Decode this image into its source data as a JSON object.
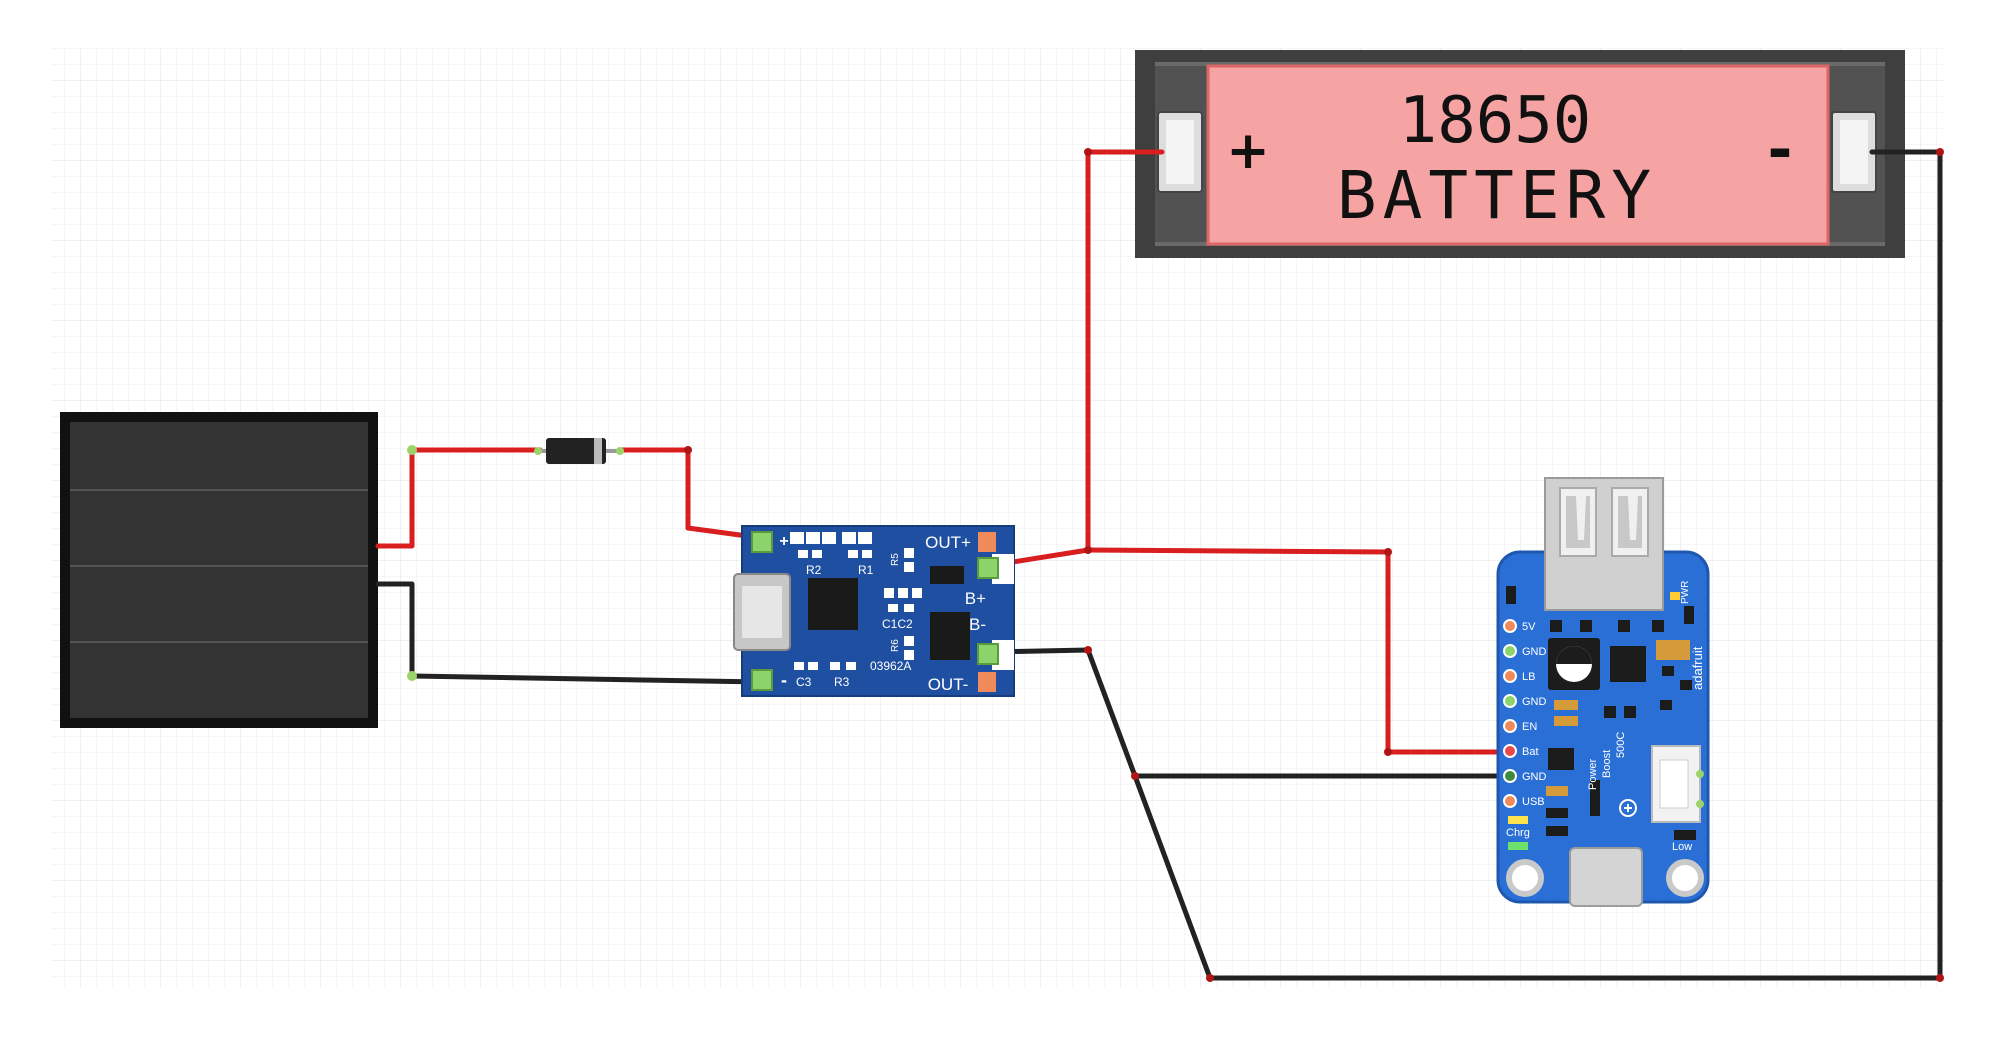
{
  "battery": {
    "model": "18650",
    "label": "BATTERY",
    "plus": "+",
    "minus": "-",
    "body_color": "#f5a3a3",
    "case_color": "#3f3f3f"
  },
  "charger": {
    "board_color": "#1f4fa0",
    "labels": {
      "in_plus": "+",
      "in_minus": "-",
      "out_plus": "OUT+",
      "out_minus": "OUT-",
      "b_plus": "B+",
      "b_minus": "B-",
      "r1": "R1",
      "r2": "R2",
      "r3": "R3",
      "r5": "R5",
      "r6": "R6",
      "c1c2": "C1C2",
      "c3": "C3",
      "code": "03962A"
    }
  },
  "booster": {
    "board_color": "#2a6fd6",
    "brand": "adafruit",
    "product_line1": "Power",
    "product_line2": "Boost",
    "product_line3": "500C",
    "pins": [
      "5V",
      "GND",
      "LB",
      "GND",
      "EN",
      "Bat",
      "GND",
      "USB",
      "Chrg"
    ],
    "pwr": "PWR",
    "low": "Low"
  },
  "wire_colors": {
    "positive": "#d81e1e",
    "negative": "#222222"
  },
  "parts": {
    "solar_panel": "solar-panel",
    "diode": "diode"
  }
}
